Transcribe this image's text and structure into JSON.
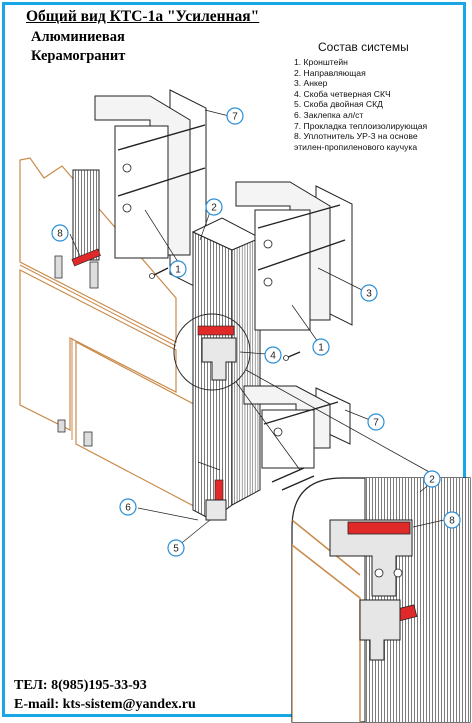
{
  "header": {
    "title": "Общий вид КТС-1а \"Усиленная\"",
    "line1": "Алюминиевая",
    "line2": "Керамогранит"
  },
  "legend": {
    "title": "Состав системы",
    "items": [
      "1. Кронштейн",
      "2. Направляющая",
      "3. Анкер",
      "4. Скоба четверная СКЧ",
      "5. Скоба двойная СКД",
      "6. Заклепка ал/ст",
      "7. Прокладка теплоизолирующая",
      "8. Уплотнитель УР-3 на основе",
      "этилен-пропиленового каучука"
    ]
  },
  "callouts": [
    "1",
    "1",
    "2",
    "2",
    "3",
    "4",
    "5",
    "6",
    "7",
    "7",
    "8",
    "8"
  ],
  "contact": {
    "phone": "ТЕЛ: 8(985)195-33-93",
    "email": "E-mail: kts-sistem@yandex.ru"
  },
  "colors": {
    "frame": "#19a6e6",
    "callout": "#2a8fd6",
    "seal": "#e02a2a",
    "tile": "#c98a4a"
  }
}
